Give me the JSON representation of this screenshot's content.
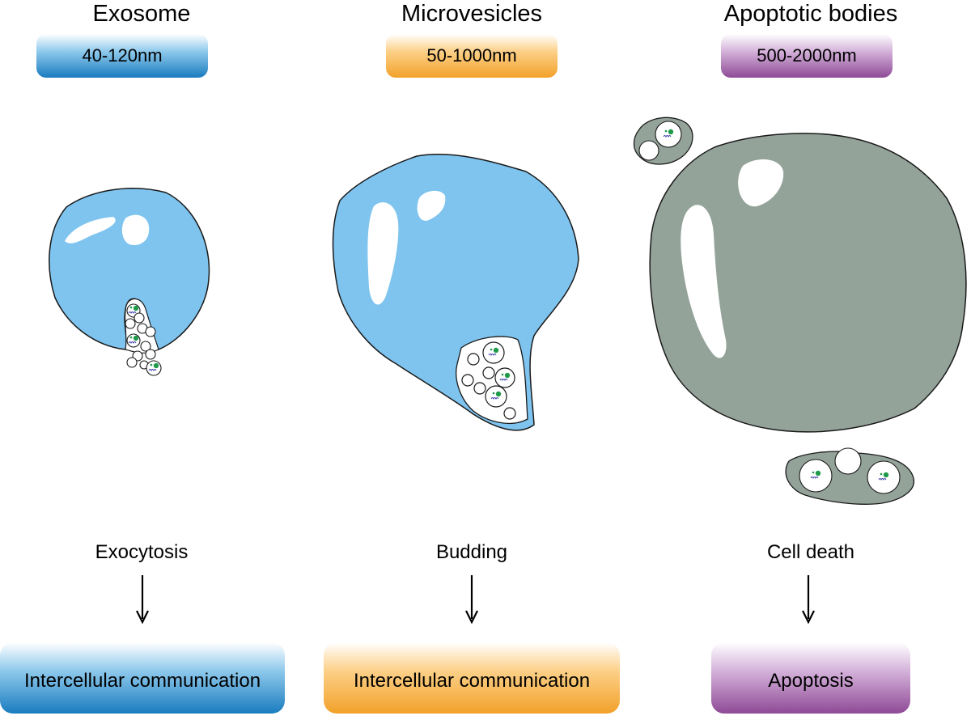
{
  "columns": [
    {
      "title": "Exosome",
      "size": "40-120nm",
      "process": "Exocytosis",
      "outcome": "Intercellular communication"
    },
    {
      "title": "Microvesicles",
      "size": "50-1000nm",
      "process": "Budding",
      "outcome": "Intercellular communication"
    },
    {
      "title": "Apoptotic bodies",
      "size": "500-2000nm",
      "process": "Cell death",
      "outcome": "Apoptosis"
    }
  ],
  "colors": {
    "exosome_accent": "#1a7cbf",
    "microvesicle_accent": "#f2a12a",
    "apoptotic_accent": "#8e4a96",
    "cell_blue": "#7fc4ef",
    "cell_grey": "#94a39a",
    "cargo_green": "#1f9a4a",
    "cargo_blue": "#3a3aa8"
  }
}
